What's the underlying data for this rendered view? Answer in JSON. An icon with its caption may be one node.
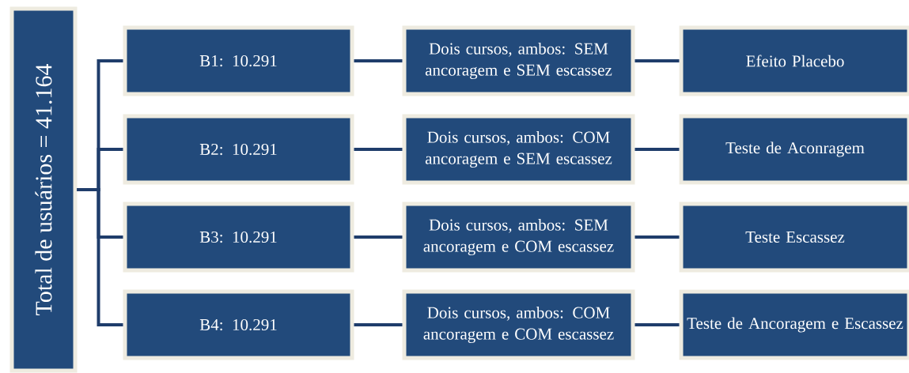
{
  "diagram": {
    "nodes": [
      {
        "text": [
          "Total de usuários = 41.164"
        ]
      },
      {
        "text": [
          "B1: 10.291"
        ]
      },
      {
        "text": [
          "Dois cursos, ambos: SEM ancoragem e SEM escassez"
        ]
      },
      {
        "text": [
          "Efeito Placebo"
        ]
      },
      {
        "text": [
          "B2: 10.291"
        ]
      },
      {
        "text": [
          "Dois cursos, ambos: COM ancoragem e SEM escassez"
        ]
      },
      {
        "text": [
          "Teste de Aconragem"
        ]
      },
      {
        "text": [
          "B3: 10.291"
        ]
      },
      {
        "text": [
          "Dois cursos, ambos: SEM ancoragem e COM escassez"
        ]
      },
      {
        "text": [
          "Teste Escassez"
        ]
      },
      {
        "text": [
          "B4: 10.291"
        ]
      },
      {
        "text": [
          "Dois cursos, ambos: COM ancoragem e COM escassez"
        ]
      },
      {
        "text": [
          "Teste de Ancoragem e Escassez"
        ]
      }
    ],
    "edges": [
      {
        "from": 0,
        "to": 1,
        "arrow": "none"
      },
      {
        "from": 0,
        "to": 4,
        "arrow": "none"
      },
      {
        "from": 0,
        "to": 7,
        "arrow": "none"
      },
      {
        "from": 0,
        "to": 10,
        "arrow": "none"
      },
      {
        "from": 1,
        "to": 2,
        "arrow": "none"
      },
      {
        "from": 2,
        "to": 3,
        "arrow": "none"
      },
      {
        "from": 4,
        "to": 5,
        "arrow": "none"
      },
      {
        "from": 5,
        "to": 6,
        "arrow": "none"
      },
      {
        "from": 7,
        "to": 8,
        "arrow": "none"
      },
      {
        "from": 8,
        "to": 9,
        "arrow": "none"
      },
      {
        "from": 10,
        "to": 11,
        "arrow": "none"
      },
      {
        "from": 11,
        "to": 12,
        "arrow": "none"
      }
    ]
  }
}
